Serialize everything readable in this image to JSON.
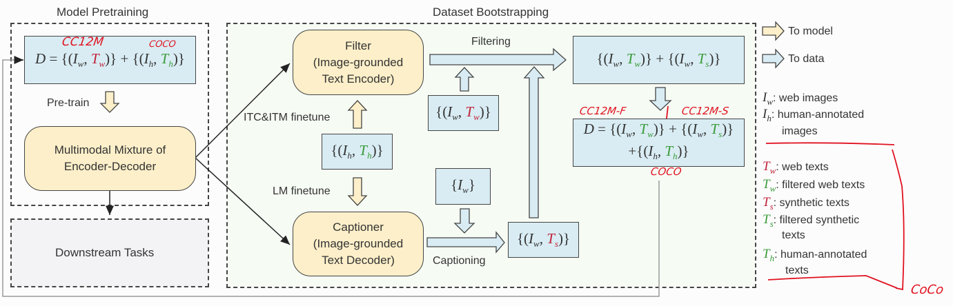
{
  "sections": {
    "pretraining_title": "Model Pretraining",
    "bootstrapping_title": "Dataset Bootstrapping"
  },
  "pretraining": {
    "dataset_formula": {
      "prefix": "D = {(",
      "parts": [
        "I_w",
        "T_w",
        "I_h",
        "T_h"
      ]
    },
    "pretrain_label": "Pre-train",
    "model_label_line1": "Multimodal Mixture of",
    "model_label_line2": "Encoder-Decoder",
    "downstream_label": "Downstream Tasks"
  },
  "bootstrapping": {
    "filter_line1": "Filter",
    "filter_line2": "(Image-grounded",
    "filter_line3": "Text Encoder)",
    "captioner_line1": "Captioner",
    "captioner_line2": "(Image-grounded",
    "captioner_line3": "Text Decoder)",
    "itc_itm_label": "ITC&ITM finetune",
    "lm_label": "LM finetune",
    "filtering_label": "Filtering",
    "captioning_label": "Captioning",
    "ih_th_box": "{(I_h, T_h)}",
    "iw_tw_box": "{(I_w, T_w)}",
    "iw_box": "{I_w}",
    "iw_ts_box": "{(I_w, T_s)}",
    "filtered_box": "{(I_w, T_w)} + {(I_w, T_s)}",
    "final_box_line1": "D = {(I_w, T_w)} + {(I_w, T_s)}",
    "final_box_line2": "+{(I_h, T_h)}"
  },
  "legend": {
    "to_model": "To model",
    "to_data": "To data",
    "iw_desc": ": web images",
    "ih_desc": ": human-annotated",
    "ih_desc2": "images",
    "tw_red_desc": ": web texts",
    "tw_green_desc": ": filtered web texts",
    "ts_red_desc": ": synthetic texts",
    "ts_green_desc": ": filtered synthetic",
    "ts_green_desc2": "texts",
    "th_desc": ": human-annotated",
    "th_desc2": "texts"
  },
  "annotations": {
    "cc12m": "CC12M",
    "coco_top": "COCO",
    "cc12m_f": "CC12M-F",
    "cc12m_s": "CC12M-S",
    "coco_mid": "COCO",
    "coco_bottom": "CoCo"
  },
  "colors": {
    "model_fill": "#fcefc9",
    "data_fill": "#d9ecf3",
    "noisy_text": "#c0243a",
    "filtered_text": "#3a9b3a",
    "handwriting": "#e0121f"
  }
}
